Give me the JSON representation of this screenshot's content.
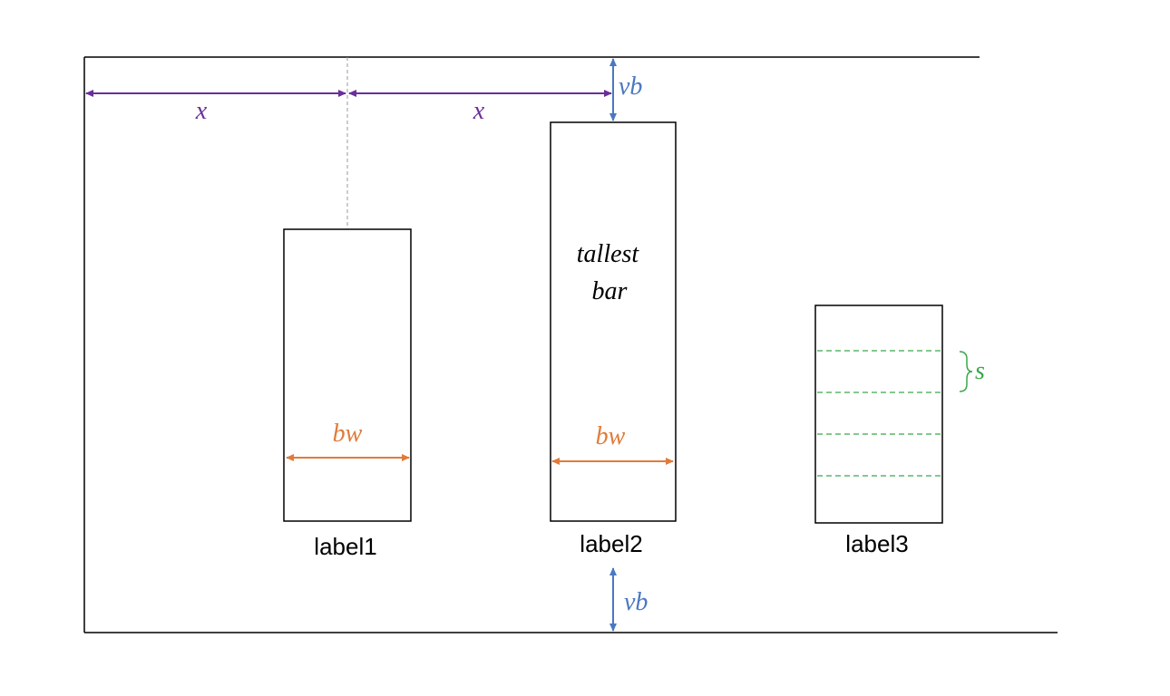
{
  "labels": {
    "bar1": "label1",
    "bar2": "label2",
    "bar3": "label3"
  },
  "annotations": {
    "x_left": "x",
    "x_right": "x",
    "vb_top": "vb",
    "vb_bottom": "vb",
    "bw_bar1": "bw",
    "bw_bar2": "bw",
    "s": "s",
    "tallest_line1": "tallest",
    "tallest_line2": "bar"
  },
  "colors": {
    "x_arrows": "#6a2e9a",
    "vb_arrows": "#4a78c2",
    "bw_arrows": "#e07b39",
    "s_lines": "#3aa84a",
    "outline": "#000000",
    "guide": "#999999"
  }
}
